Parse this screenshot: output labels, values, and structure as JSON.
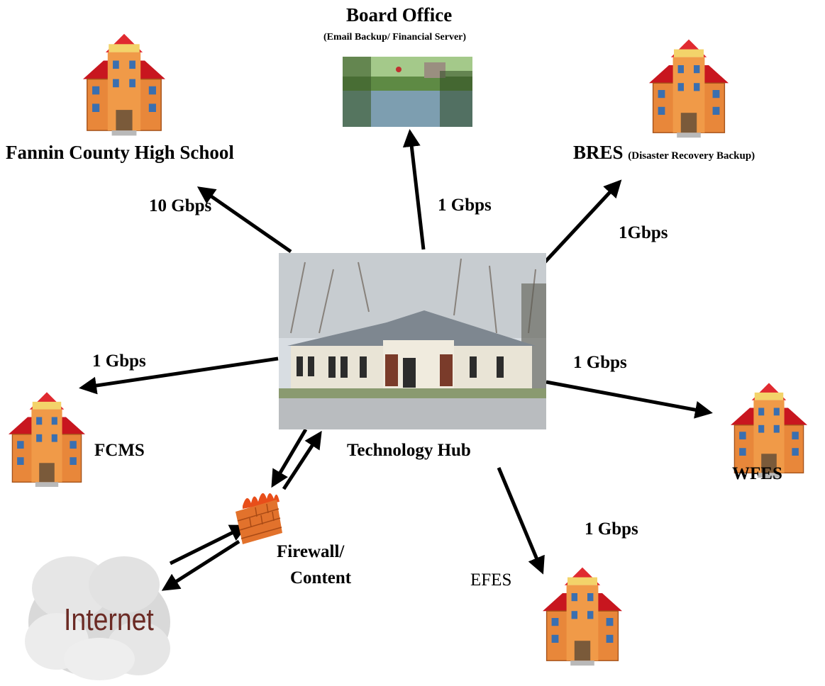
{
  "nodes": {
    "board_office": {
      "title": "Board Office",
      "subtitle": "(Email Backup/ Financial Server)"
    },
    "fchs": {
      "label": "Fannin County High School"
    },
    "bres": {
      "label": "BRES",
      "note": "(Disaster Recovery Backup)"
    },
    "fcms": {
      "label": "FCMS"
    },
    "hub": {
      "label": "Technology Hub"
    },
    "wfes": {
      "label": "WFES"
    },
    "efes": {
      "label": "EFES"
    },
    "firewall": {
      "label_line1": "Firewall/",
      "label_line2": "Content"
    },
    "internet": {
      "label": "Internet"
    }
  },
  "links": {
    "fchs": "10 Gbps",
    "board_office": "1 Gbps",
    "bres": "1Gbps",
    "fcms": "1 Gbps",
    "wfes": "1 Gbps",
    "efes": "1 Gbps"
  },
  "icons": {
    "school": "school-building-icon",
    "firewall": "firewall-icon",
    "internet": "internet-cloud-icon",
    "hub_photo": "technology-hub-photo",
    "board_photo": "board-office-photo"
  },
  "colors": {
    "roof": "#d0202a",
    "brick": "#e07a30",
    "arrow": "#000000"
  }
}
